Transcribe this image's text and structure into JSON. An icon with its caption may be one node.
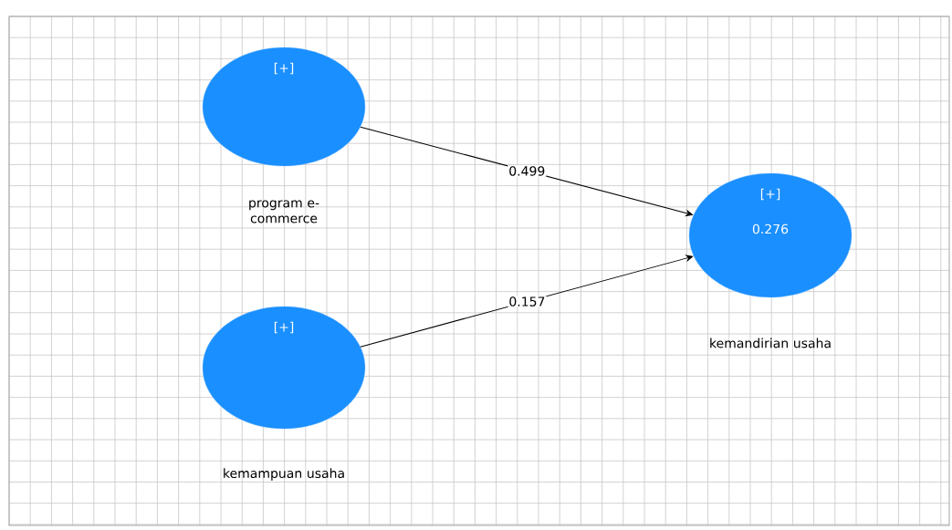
{
  "diagram": {
    "nodes": [
      {
        "text": [
          "[+]",
          "program e-commerce"
        ]
      },
      {
        "text": [
          "[+]",
          "kemampuan usaha"
        ]
      },
      {
        "text": [
          "[+]",
          "0.276",
          "kemandirian usaha"
        ]
      }
    ],
    "edges": [
      {
        "from": 0,
        "to": 2,
        "arrow": "to",
        "label": "0.499"
      },
      {
        "from": 1,
        "to": 2,
        "arrow": "to",
        "label": "0.157"
      }
    ]
  }
}
